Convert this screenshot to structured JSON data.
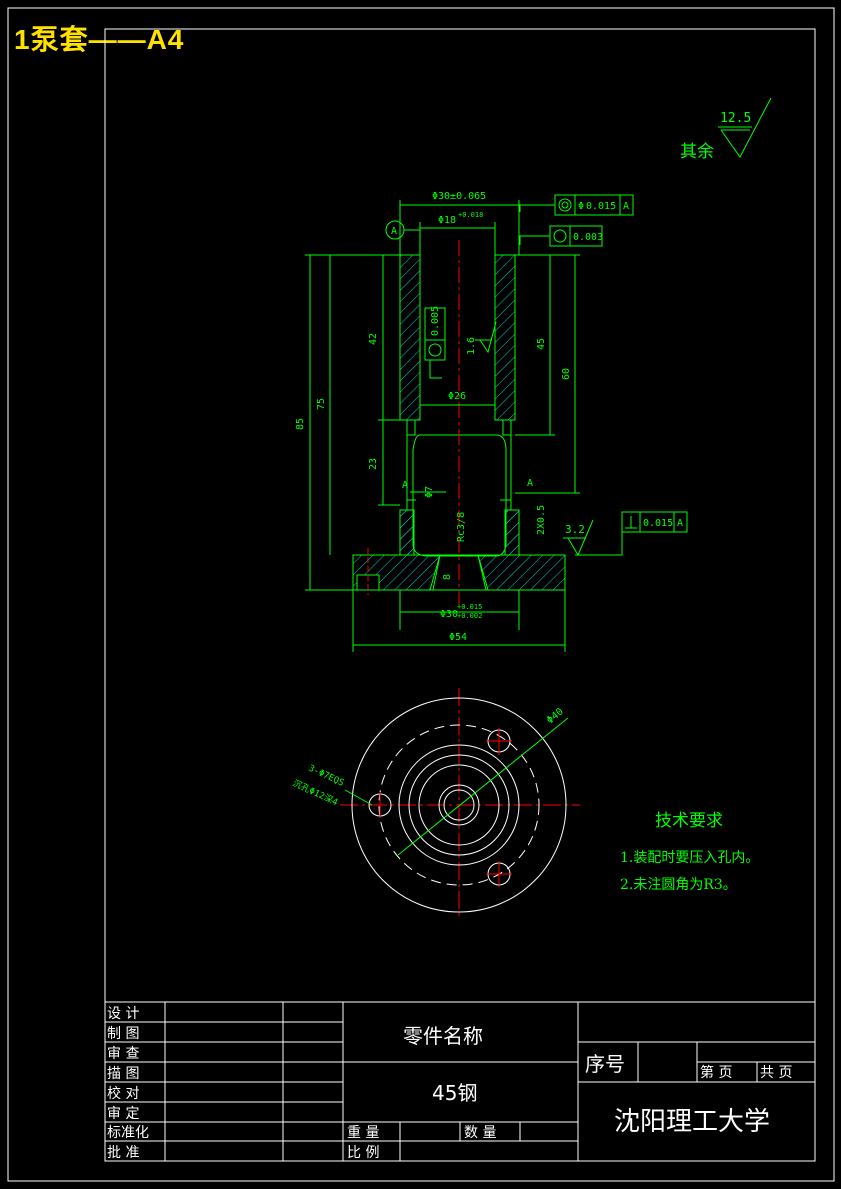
{
  "header": {
    "title": "1泵套——A4"
  },
  "roughness": {
    "rest_label": "其余",
    "rest_value": "12.5",
    "bore_value": "1.6",
    "face_value": "3.2"
  },
  "tolerances": {
    "coaxial": "0.015",
    "coaxial_ref": "A",
    "roundness_top": "0.003",
    "roundness_bore": "0.005",
    "perp": "0.015",
    "perp_ref": "A",
    "datum": "A"
  },
  "dimensions": {
    "d30": "Φ30±0.065",
    "d18": "Φ18",
    "d18_tol": "+0.018",
    "h42": "42",
    "h75": "75",
    "h85": "85",
    "h45": "45",
    "h60": "60",
    "d26": "Φ26",
    "h23": "23",
    "d7": "Φ7",
    "thread": "Rc3/8",
    "h8": "8",
    "chamfer": "2X0.5",
    "d30b": "Φ30",
    "d30b_tol1": "+0.015",
    "d30b_tol2": "+0.002",
    "d54": "Φ54",
    "d40": "Φ40",
    "holes": "3-Φ7EQS",
    "cbore": "沉孔Φ12深4"
  },
  "tech_notes": {
    "title": "技术要求",
    "items": [
      "1.装配时要压入孔内。",
      "2.未注圆角为R3。"
    ]
  },
  "title_block": {
    "rows": [
      "设  计",
      "制  图",
      "审  查",
      "描  图",
      "校  对",
      "审  定",
      "标准化",
      "批  准"
    ],
    "part_name_label": "零件名称",
    "material": "45钢",
    "weight_label": "重    量",
    "qty_label": "数    量",
    "scale_label": "比    例",
    "serial_label": "序号",
    "sheet_label": "第    页",
    "total_label": "共    页",
    "school": "沈阳理工大学"
  },
  "colors": {
    "background": "#000000",
    "frame": "#ffffff",
    "geometry": "#00ff00",
    "centerline": "#ff0000",
    "hatch": "#00cfcf",
    "title": "#ffe100"
  }
}
